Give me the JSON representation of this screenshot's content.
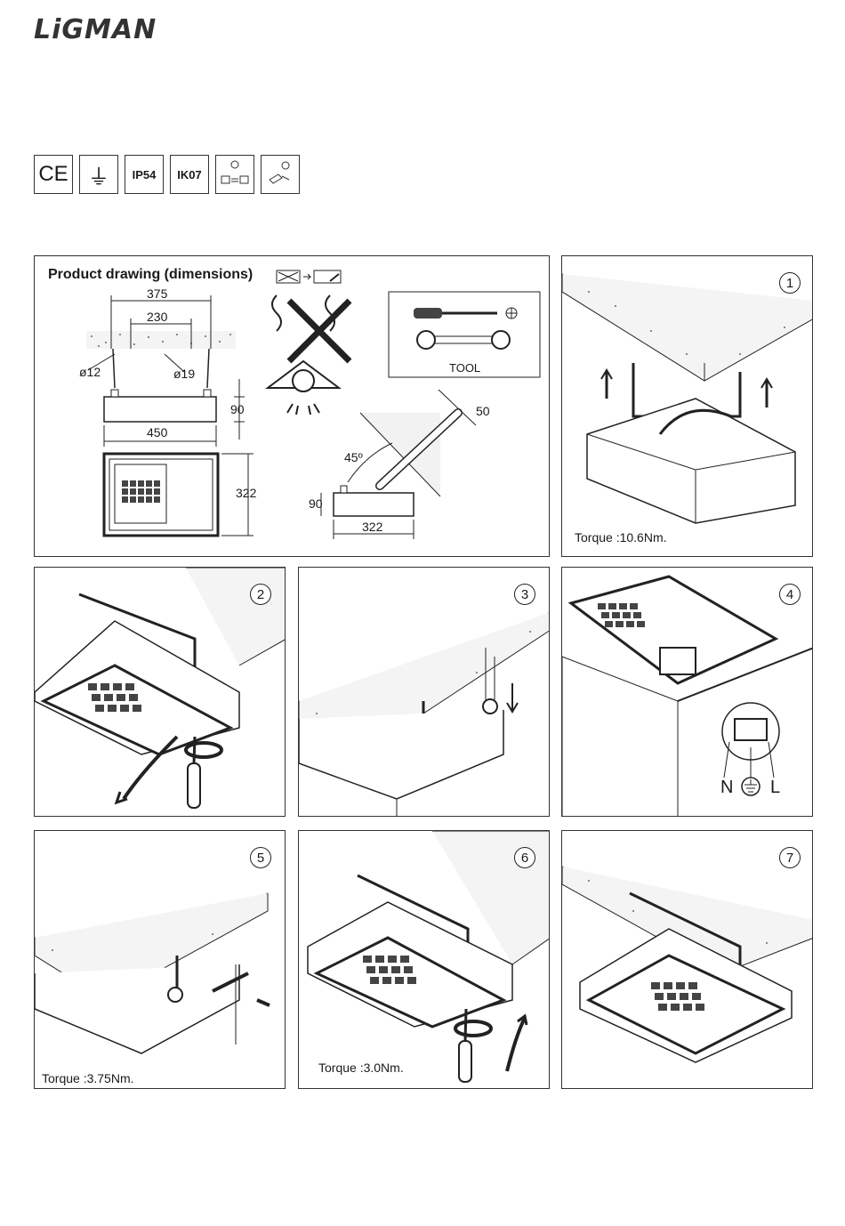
{
  "brand": "LiGMAN",
  "certifications": [
    "CE",
    "⏚",
    "IP54",
    "IK07"
  ],
  "main_panel": {
    "title": "Product drawing (dimensions)",
    "dimensions": {
      "d375": "375",
      "d230": "230",
      "phi12": "ø12",
      "phi19": "ø19",
      "d90a": "90",
      "d450": "450",
      "d322a": "322",
      "d50": "50",
      "angle45": "45º",
      "d90b": "90",
      "d322b": "322"
    },
    "tool_label": "TOOL"
  },
  "steps": [
    {
      "num": "1",
      "torque": "Torque :10.6Nm."
    },
    {
      "num": "2",
      "torque": ""
    },
    {
      "num": "3",
      "torque": ""
    },
    {
      "num": "4",
      "torque": "",
      "wiring": [
        "N",
        "L"
      ]
    },
    {
      "num": "5",
      "torque": "Torque :3.75Nm."
    },
    {
      "num": "6",
      "torque": "Torque :3.0Nm."
    },
    {
      "num": "7",
      "torque": ""
    }
  ]
}
